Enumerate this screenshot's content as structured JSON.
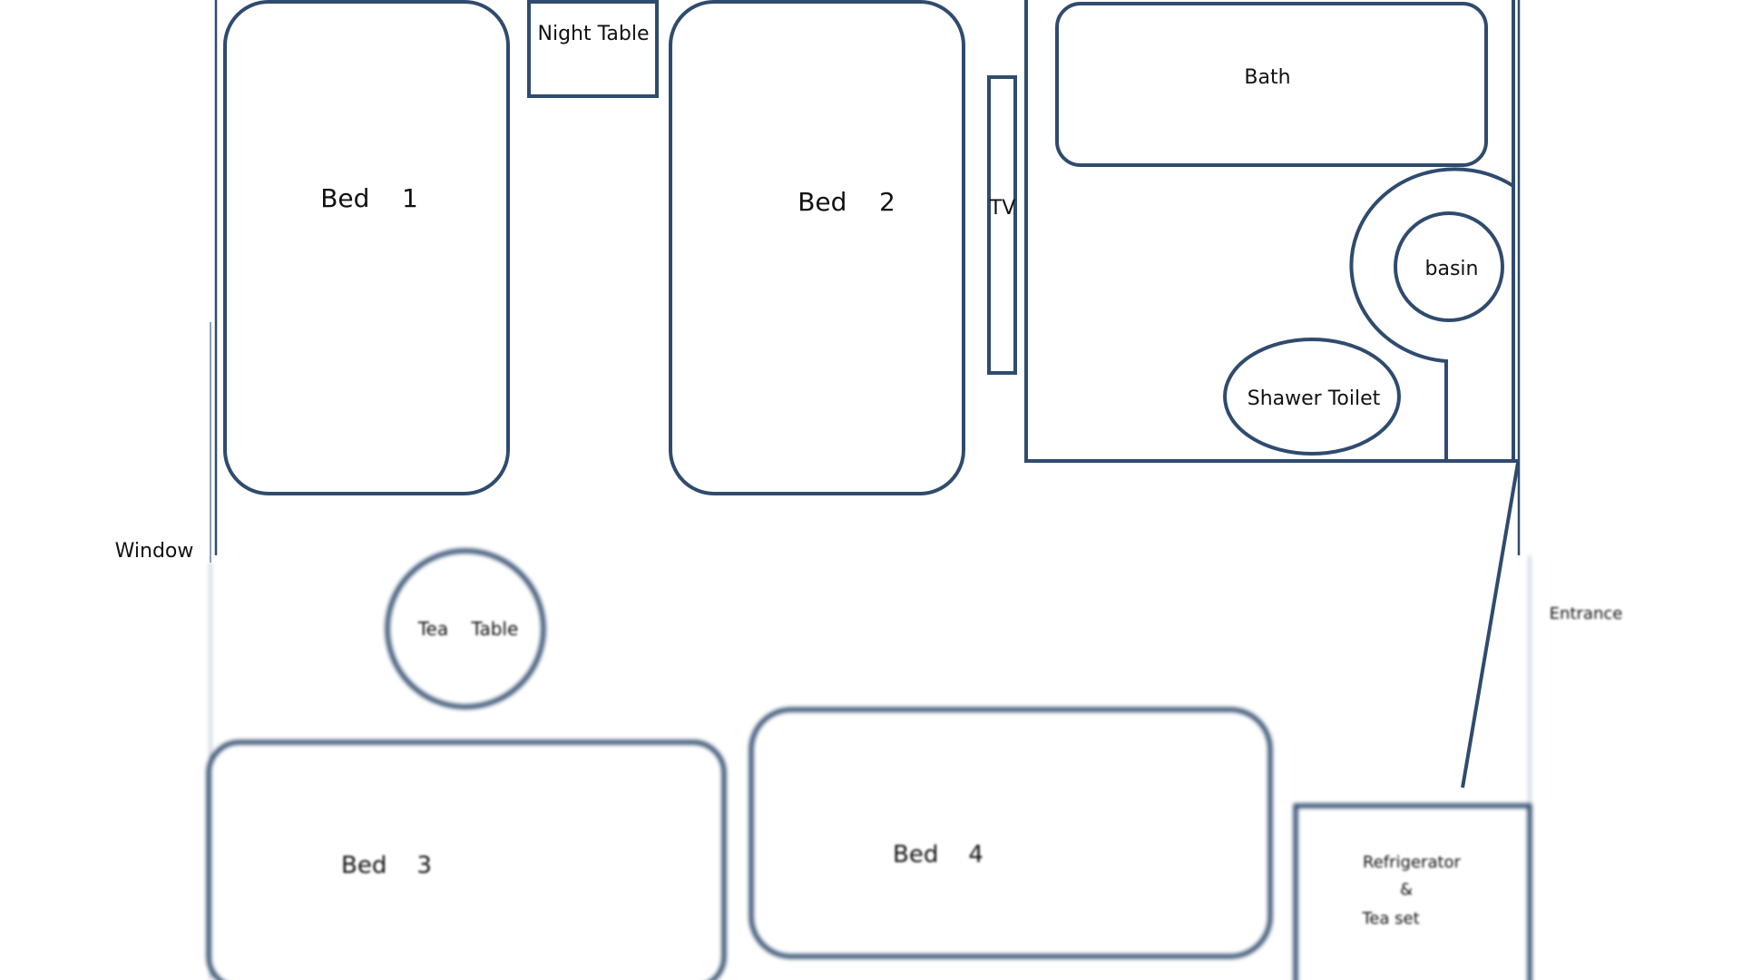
{
  "colors": {
    "line": "#2f4b6e",
    "text": "#111111",
    "background": "#ffffff"
  },
  "labels": {
    "night_table": "Night Table",
    "bed_1": "Bed    1",
    "bed_2": "Bed    2",
    "tv": "TV",
    "bath": "Bath",
    "basin": "basin",
    "shower_toilet": "Shawer Toilet",
    "window": "Window",
    "tea_table": "Tea    Table",
    "bed_3": "Bed    3",
    "bed_4": "Bed    4",
    "entrance": "Entrance",
    "refrigerator_line1": "Refrigerator",
    "refrigerator_line2": "&",
    "refrigerator_line3": "Tea set"
  }
}
